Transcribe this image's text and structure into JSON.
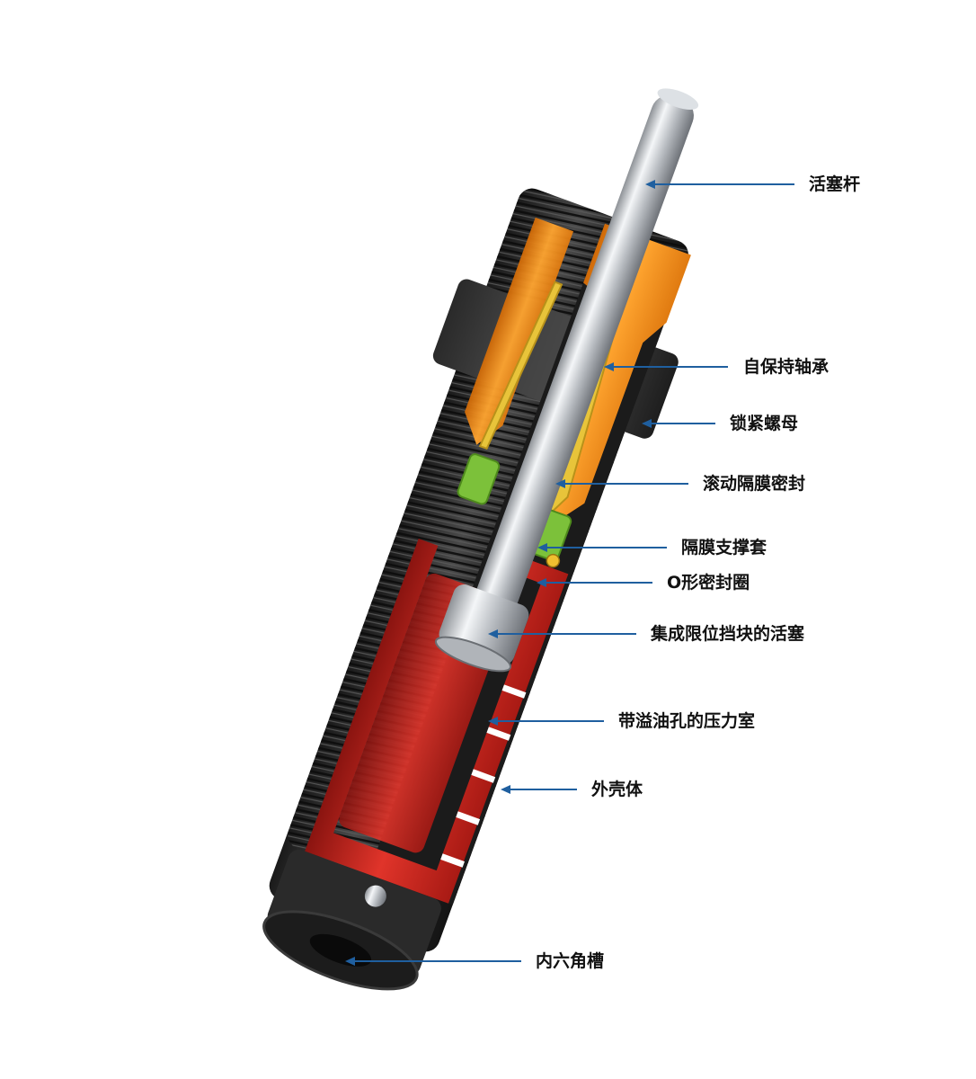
{
  "colors": {
    "leader_line": "#1f5f9f",
    "body": "#2b2b2b",
    "rod": "#c9cdd1",
    "bearing": "#f08a12",
    "diaphragm": "#e8c43a",
    "support": "#7cc13a",
    "pressure_chamber": "#d8261e",
    "background": "#ffffff"
  },
  "callouts": [
    {
      "id": "piston-rod",
      "label": "活塞杆"
    },
    {
      "id": "self-retaining-bearing",
      "label": "自保持轴承"
    },
    {
      "id": "lock-nut",
      "label": "锁紧螺母"
    },
    {
      "id": "rolling-diaphragm-seal",
      "label": "滚动隔膜密封"
    },
    {
      "id": "diaphragm-support-sleeve",
      "label": "隔膜支撑套"
    },
    {
      "id": "o-ring",
      "label": "O形密封圈"
    },
    {
      "id": "piston-with-integrated-stop",
      "label": "集成限位挡块的活塞"
    },
    {
      "id": "pressure-chamber-with-orifices",
      "label": "带溢油孔的压力室"
    },
    {
      "id": "outer-housing",
      "label": "外壳体"
    },
    {
      "id": "hex-socket",
      "label": "内六角槽"
    }
  ]
}
